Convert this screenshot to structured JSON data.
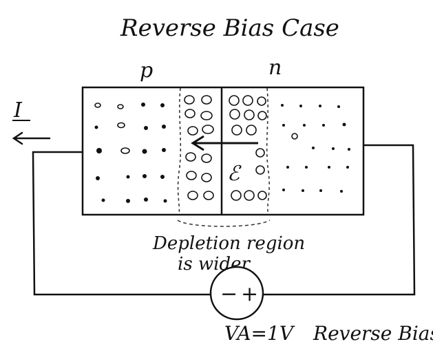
{
  "diagram": {
    "title": "Reverse Bias Case",
    "p_label": "p",
    "n_label": "n",
    "current_label": "I",
    "field_label": "ℰ",
    "depletion_note_line1": "Depletion region",
    "depletion_note_line2": "is wider",
    "source_minus": "−",
    "source_plus": "+",
    "voltage_label": "VA=1V",
    "bias_label": "Reverse Bias"
  }
}
